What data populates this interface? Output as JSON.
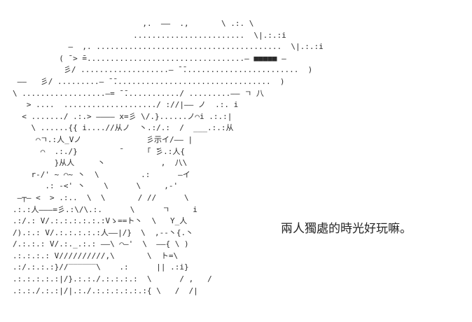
{
  "scene": {
    "background_color": "#ffffff",
    "art_color": "#2b2b2b",
    "text_color": "#262626"
  },
  "ascii_art": {
    "name": "character-portrait-aa",
    "content": "                            ,.  ――  .,       \\ .:. \\\n                          ........................  \\|.:.:i\n            ―  ,. ........................................  \\|.:.:i\n          ( ̄ > ̄=..................................― ■■■■■ ―\n           彡/ ...................― ̄ ̄.........................  )\n ――   彡/ .........― ̄ ̄..................................  )\n\\ ..................―= ̄ ̄............/ .........―― ㄱ 八\n   > ....  ..................../ ://|―― ノ  .:. i\n  < ......./ .:.> ―――― x=彡 \\/.}......ノ⌒i .:.:|\n    \\ ......{{ i....//从ノ  丶.:/.:  /  ___.:.:从\n     ⌒ㄱ.:人_Vノ              彡示イ/―― |\n      ⌒  .:./}         ̄      ｢ ̄彡.:人{\n         }从人     丶            ,  八\\\n    r‐/' ~ ⌒~ 丶  \\         .:      ―イ\n       .: ‐<' 丶    \\      \\     ,‐'\n ―┬― <  > .:..  \\  \\       / //      \\\n.:.:人―――=彡.:\\/\\.:.      \\      ㄱ     i\n.:/.: V/.:.:.:.:.:.:Vゝ==ト丶  \\   Y_人\n/).:.: V/.:.:.:.:.:人――|/}  \\  ,‐‐丶{.丶\n/.:.:.: V/.:._.:.: ――\\ ⌒―'  \\  ――{ \\ )\n.:.:.:.: V//////////,\\       \\  ト=\\\n.:/.:.:.:}//‾‾‾‾‾‾\\    .:      || .:i}\n.:.:.:.:.:|/}.:.:./.:.:.:.:  \\      / ,   /\n.:.:./.:.:|/|.:./.:.:.:.:.:.:{ \\   /  /|"
  },
  "dialogue": {
    "name": "dialogue-text",
    "text": "兩人獨處的時光好玩嘛。"
  }
}
